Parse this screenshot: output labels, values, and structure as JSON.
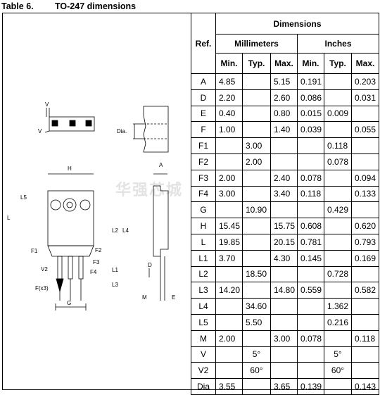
{
  "caption": {
    "table_number": "Table 6.",
    "title": "TO-247 dimensions"
  },
  "header": {
    "ref": "Ref.",
    "dimensions": "Dimensions",
    "millimeters": "Millimeters",
    "inches": "Inches",
    "min": "Min.",
    "typ": "Typ.",
    "max": "Max."
  },
  "rows": [
    {
      "ref": "A",
      "mm_min": "4.85",
      "mm_typ": "",
      "mm_max": "5.15",
      "in_min": "0.191",
      "in_typ": "",
      "in_max": "0.203"
    },
    {
      "ref": "D",
      "mm_min": "2.20",
      "mm_typ": "",
      "mm_max": "2.60",
      "in_min": "0.086",
      "in_typ": "",
      "in_max": "0.031"
    },
    {
      "ref": "E",
      "mm_min": "0.40",
      "mm_typ": "",
      "mm_max": "0.80",
      "in_min": "0.015",
      "in_typ": "0.009",
      "in_max": ""
    },
    {
      "ref": "F",
      "mm_min": "1.00",
      "mm_typ": "",
      "mm_max": "1.40",
      "in_min": "0.039",
      "in_typ": "",
      "in_max": "0.055"
    },
    {
      "ref": "F1",
      "mm_min": "",
      "mm_typ": "3.00",
      "mm_max": "",
      "in_min": "",
      "in_typ": "0.118",
      "in_max": ""
    },
    {
      "ref": "F2",
      "mm_min": "",
      "mm_typ": "2.00",
      "mm_max": "",
      "in_min": "",
      "in_typ": "0.078",
      "in_max": ""
    },
    {
      "ref": "F3",
      "mm_min": "2.00",
      "mm_typ": "",
      "mm_max": "2.40",
      "in_min": "0.078",
      "in_typ": "",
      "in_max": "0.094"
    },
    {
      "ref": "F4",
      "mm_min": "3.00",
      "mm_typ": "",
      "mm_max": "3.40",
      "in_min": "0.118",
      "in_typ": "",
      "in_max": "0.133"
    },
    {
      "ref": "G",
      "mm_min": "",
      "mm_typ": "10.90",
      "mm_max": "",
      "in_min": "",
      "in_typ": "0.429",
      "in_max": ""
    },
    {
      "ref": "H",
      "mm_min": "15.45",
      "mm_typ": "",
      "mm_max": "15.75",
      "in_min": "0.608",
      "in_typ": "",
      "in_max": "0.620"
    },
    {
      "ref": "L",
      "mm_min": "19.85",
      "mm_typ": "",
      "mm_max": "20.15",
      "in_min": "0.781",
      "in_typ": "",
      "in_max": "0.793"
    },
    {
      "ref": "L1",
      "mm_min": "3.70",
      "mm_typ": "",
      "mm_max": "4.30",
      "in_min": "0.145",
      "in_typ": "",
      "in_max": "0.169"
    },
    {
      "ref": "L2",
      "mm_min": "",
      "mm_typ": "18.50",
      "mm_max": "",
      "in_min": "",
      "in_typ": "0.728",
      "in_max": ""
    },
    {
      "ref": "L3",
      "mm_min": "14.20",
      "mm_typ": "",
      "mm_max": "14.80",
      "in_min": "0.559",
      "in_typ": "",
      "in_max": "0.582"
    },
    {
      "ref": "L4",
      "mm_min": "",
      "mm_typ": "34.60",
      "mm_max": "",
      "in_min": "",
      "in_typ": "1.362",
      "in_max": ""
    },
    {
      "ref": "L5",
      "mm_min": "",
      "mm_typ": "5.50",
      "mm_max": "",
      "in_min": "",
      "in_typ": "0.216",
      "in_max": ""
    },
    {
      "ref": "M",
      "mm_min": "2.00",
      "mm_typ": "",
      "mm_max": "3.00",
      "in_min": "0.078",
      "in_typ": "",
      "in_max": "0.118"
    },
    {
      "ref": "V",
      "mm_min": "",
      "mm_typ": "5°",
      "mm_max": "",
      "in_min": "",
      "in_typ": "5°",
      "in_max": ""
    },
    {
      "ref": "V2",
      "mm_min": "",
      "mm_typ": "60°",
      "mm_max": "",
      "in_min": "",
      "in_typ": "60°",
      "in_max": ""
    },
    {
      "ref": "Dia",
      "mm_min": "3.55",
      "mm_typ": "",
      "mm_max": "3.65",
      "in_min": "0.139",
      "in_typ": "",
      "in_max": "0.143"
    }
  ],
  "drawing": {
    "labels": {
      "V": "V",
      "Dia": "Dia.",
      "H": "H",
      "A": "A",
      "L5": "L5",
      "L": "L",
      "L2": "L2",
      "L4": "L4",
      "L1": "L1",
      "L3": "L3",
      "F1": "F1",
      "F2": "F2",
      "F3": "F3",
      "F4": "F4",
      "V2": "V2",
      "Fx3": "F(x3)",
      "G": "G",
      "D": "D",
      "M": "M",
      "E": "E"
    },
    "watermark": "华强芯城"
  }
}
